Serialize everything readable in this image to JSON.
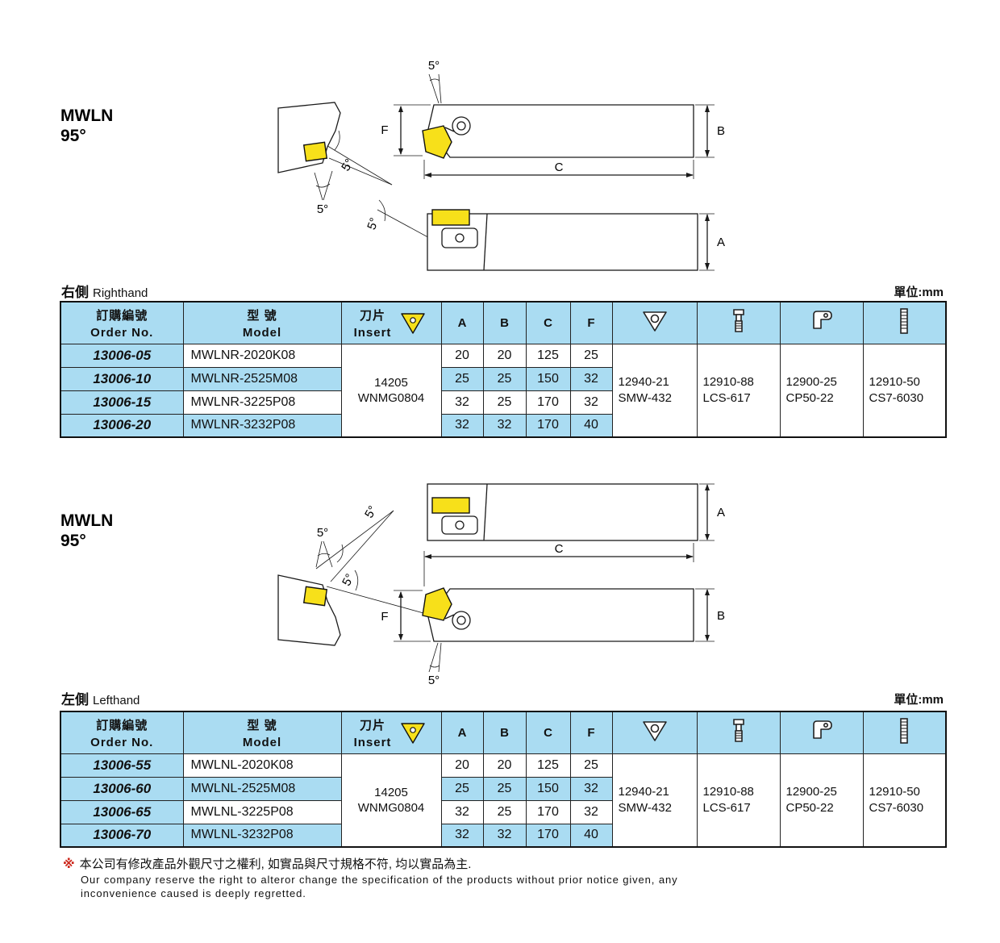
{
  "colors": {
    "table_blue": "#aadcf2",
    "insert_yellow": "#f7e01a",
    "ink": "#111111",
    "footer_mark_red": "#cc2a1e"
  },
  "unit_label": "單位:mm",
  "sections": [
    {
      "title1": "MWLN",
      "title2": "95°",
      "hand_zh": "右側",
      "hand_en": "Righthand"
    },
    {
      "title1": "MWLN",
      "title2": "95°",
      "hand_zh": "左側",
      "hand_en": "Lefthand"
    }
  ],
  "diagram": {
    "angle": "5°",
    "dim_a": "A",
    "dim_b": "B",
    "dim_c": "C",
    "dim_f": "F"
  },
  "headers": {
    "order_zh": "訂購編號",
    "order_en": "Order No.",
    "model_zh": "型 號",
    "model_en": "Model",
    "insert_zh": "刀片",
    "insert_en": "Insert",
    "dims": [
      "A",
      "B",
      "C",
      "F"
    ],
    "icons": [
      "trigon-insert-icon",
      "shim-icon",
      "lock-pin-icon",
      "clamp-icon",
      "clamp-screw-icon"
    ]
  },
  "righthand_table": {
    "insert_line1": "14205",
    "insert_line2": "WNMG0804",
    "rows": [
      {
        "order": "13006-05",
        "model": "MWLNR-2020K08",
        "a": "20",
        "b": "20",
        "c": "125",
        "f": "25"
      },
      {
        "order": "13006-10",
        "model": "MWLNR-2525M08",
        "a": "25",
        "b": "25",
        "c": "150",
        "f": "32"
      },
      {
        "order": "13006-15",
        "model": "MWLNR-3225P08",
        "a": "32",
        "b": "25",
        "c": "170",
        "f": "32"
      },
      {
        "order": "13006-20",
        "model": "MWLNR-3232P08",
        "a": "32",
        "b": "32",
        "c": "170",
        "f": "40"
      }
    ],
    "accessories": [
      {
        "no": "12940-21",
        "code": "SMW-432"
      },
      {
        "no": "12910-88",
        "code": "LCS-617"
      },
      {
        "no": "12900-25",
        "code": "CP50-22"
      },
      {
        "no": "12910-50",
        "code": "CS7-6030"
      }
    ]
  },
  "lefthand_table": {
    "insert_line1": "14205",
    "insert_line2": "WNMG0804",
    "rows": [
      {
        "order": "13006-55",
        "model": "MWLNL-2020K08",
        "a": "20",
        "b": "20",
        "c": "125",
        "f": "25"
      },
      {
        "order": "13006-60",
        "model": "MWLNL-2525M08",
        "a": "25",
        "b": "25",
        "c": "150",
        "f": "32"
      },
      {
        "order": "13006-65",
        "model": "MWLNL-3225P08",
        "a": "32",
        "b": "25",
        "c": "170",
        "f": "32"
      },
      {
        "order": "13006-70",
        "model": "MWLNL-3232P08",
        "a": "32",
        "b": "32",
        "c": "170",
        "f": "40"
      }
    ],
    "accessories": [
      {
        "no": "12940-21",
        "code": "SMW-432"
      },
      {
        "no": "12910-88",
        "code": "LCS-617"
      },
      {
        "no": "12900-25",
        "code": "CP50-22"
      },
      {
        "no": "12910-50",
        "code": "CS7-6030"
      }
    ]
  },
  "footer": {
    "mark": "※",
    "zh": "本公司有修改產品外觀尺寸之權利, 如實品與尺寸規格不符, 均以實品為主.",
    "en_line1": "Our company reserve the right to alteror change the specification of the products without prior notice given, any",
    "en_line2": "inconvenience caused is deeply regretted."
  }
}
